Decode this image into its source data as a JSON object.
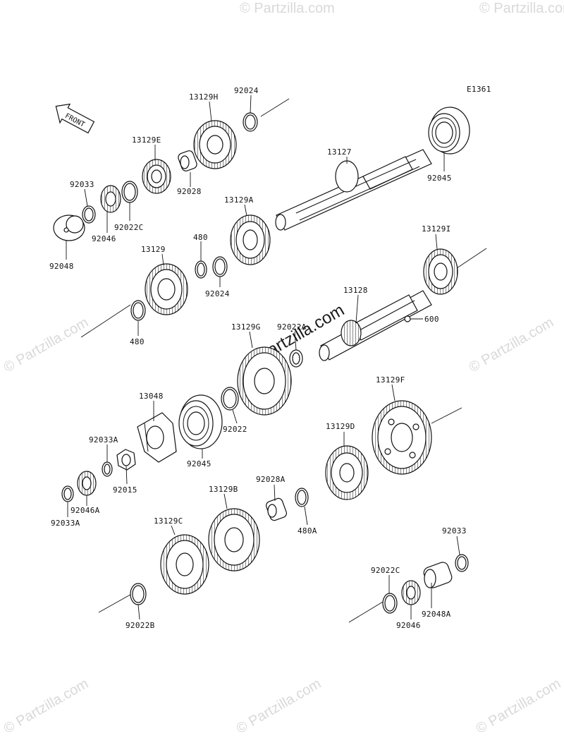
{
  "diagram_code": "E1361",
  "front_label": "FRONT",
  "watermarks": {
    "small": "© Partzilla.com",
    "large": "© Partzilla.com"
  },
  "parts": [
    {
      "id": "p1",
      "label": "13129H"
    },
    {
      "id": "p2",
      "label": "92024"
    },
    {
      "id": "p3",
      "label": "13129E"
    },
    {
      "id": "p4",
      "label": "92028"
    },
    {
      "id": "p5",
      "label": "13127"
    },
    {
      "id": "p6",
      "label": "92045"
    },
    {
      "id": "p7",
      "label": "92033"
    },
    {
      "id": "p8",
      "label": "92022C"
    },
    {
      "id": "p9",
      "label": "92046"
    },
    {
      "id": "p10",
      "label": "92048"
    },
    {
      "id": "p11",
      "label": "13129A"
    },
    {
      "id": "p12",
      "label": "13129"
    },
    {
      "id": "p13",
      "label": "480"
    },
    {
      "id": "p14",
      "label": "92024"
    },
    {
      "id": "p15",
      "label": "13129I"
    },
    {
      "id": "p16",
      "label": "480"
    },
    {
      "id": "p17",
      "label": "13128"
    },
    {
      "id": "p18",
      "label": "600"
    },
    {
      "id": "p19",
      "label": "13129G"
    },
    {
      "id": "p20",
      "label": "92022A"
    },
    {
      "id": "p21",
      "label": "13048"
    },
    {
      "id": "p22",
      "label": "92022"
    },
    {
      "id": "p23",
      "label": "13129F"
    },
    {
      "id": "p24",
      "label": "92033A"
    },
    {
      "id": "p25",
      "label": "92045"
    },
    {
      "id": "p26",
      "label": "13129D"
    },
    {
      "id": "p27",
      "label": "92015"
    },
    {
      "id": "p28",
      "label": "92028A"
    },
    {
      "id": "p29",
      "label": "92046A"
    },
    {
      "id": "p30",
      "label": "92033A"
    },
    {
      "id": "p31",
      "label": "13129B"
    },
    {
      "id": "p32",
      "label": "480A"
    },
    {
      "id": "p33",
      "label": "13129C"
    },
    {
      "id": "p34",
      "label": "92033"
    },
    {
      "id": "p35",
      "label": "92022C"
    },
    {
      "id": "p36",
      "label": "92048A"
    },
    {
      "id": "p37",
      "label": "92046"
    },
    {
      "id": "p38",
      "label": "92022B"
    }
  ]
}
